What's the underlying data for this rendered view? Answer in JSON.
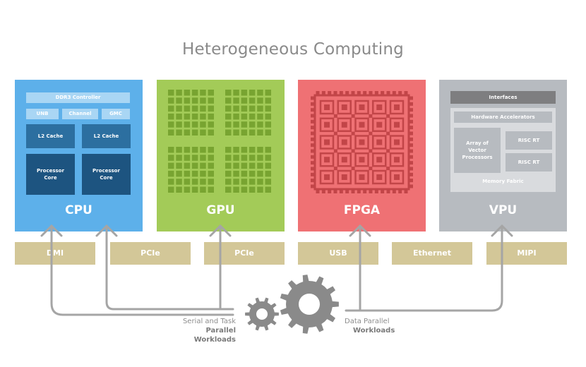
{
  "title": "Heterogeneous Computing",
  "cards": {
    "cpu": {
      "label": "CPU",
      "color": "#5db0ea",
      "ddr_controller": "DDR3 Controller",
      "unb": "UNB",
      "channel": "Channel",
      "gmc": "GMC",
      "l2_cache_1": "L2 Cache",
      "l2_cache_2": "L2 Cache",
      "processor_core_1": "Processor Core",
      "processor_core_2": "Processor Core"
    },
    "gpu": {
      "label": "GPU",
      "color": "#a3cb58",
      "cell_color": "#78a431"
    },
    "fpga": {
      "label": "FPGA",
      "color": "#ef7174",
      "cell_color": "#c24548"
    },
    "vpu": {
      "label": "VPU",
      "color": "#b7bbc0",
      "interfaces": "Interfaces",
      "hardware_accelerators": "Hardware Accelerators",
      "array_of_vector_processors": "Array of Vector Processors",
      "risc_rt_1": "RISC RT",
      "risc_rt_2": "RISC RT",
      "memory_fabric": "Memory Fabric"
    }
  },
  "interfaces": [
    "DMI",
    "PCIe",
    "PCIe",
    "USB",
    "Ethernet",
    "MIPI"
  ],
  "captions": {
    "left_line1": "Serial and Task",
    "left_line2": "Parallel Workloads",
    "right_line1": "Data Parallel",
    "right_line2": "Workloads"
  },
  "colors": {
    "interface_bar": "#d3c798",
    "arrow": "#a5a5a5",
    "gear": "#8a8a8a"
  }
}
